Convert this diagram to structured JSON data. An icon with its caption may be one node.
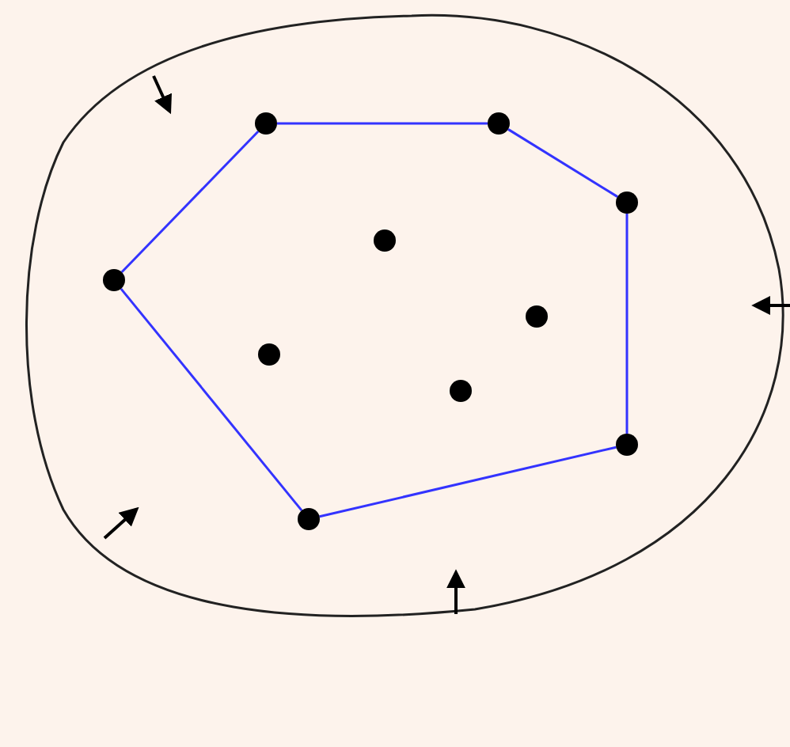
{
  "diagram": {
    "nodes": [
      {
        "text": [],
        "shape": "circle"
      },
      {
        "text": [],
        "shape": "circle"
      },
      {
        "text": [],
        "shape": "circle"
      },
      {
        "text": [],
        "shape": "circle"
      },
      {
        "text": [],
        "shape": "circle"
      },
      {
        "text": [],
        "shape": "circle"
      },
      {
        "text": [],
        "shape": "circle"
      },
      {
        "text": [],
        "shape": "circle"
      },
      {
        "text": [],
        "shape": "circle"
      },
      {
        "text": [],
        "shape": "circle"
      }
    ],
    "edges": [
      {
        "from": 0,
        "to": 1,
        "arrow": "none"
      },
      {
        "from": 1,
        "to": 2,
        "arrow": "none"
      },
      {
        "from": 2,
        "to": 8,
        "arrow": "none"
      },
      {
        "from": 8,
        "to": 9,
        "arrow": "none"
      },
      {
        "from": 9,
        "to": 4,
        "arrow": "none"
      },
      {
        "from": 4,
        "to": 0,
        "arrow": "none"
      }
    ]
  }
}
